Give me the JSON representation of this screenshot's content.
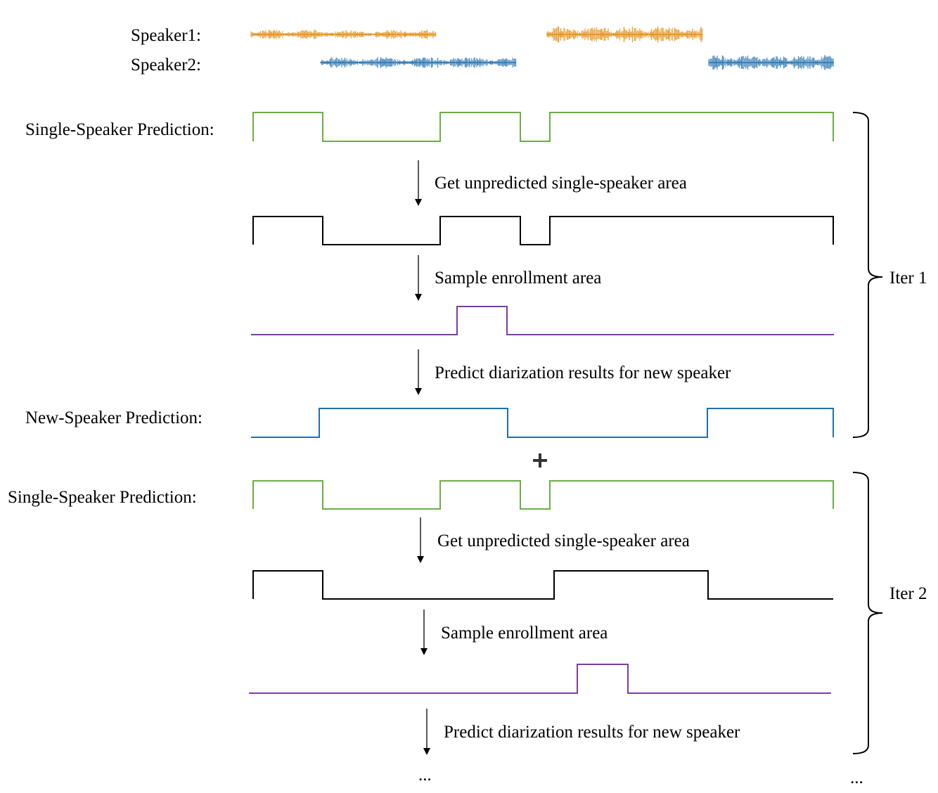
{
  "speakers": [
    "Speaker1:",
    "Speaker2:"
  ],
  "row_labels": {
    "single_1": "Single-Speaker Prediction:",
    "new_1": "New-Speaker Prediction:",
    "single_2": "Single-Speaker Prediction:"
  },
  "steps": {
    "get_1": "Get unpredicted single-speaker area",
    "sample_1": "Sample enrollment area",
    "predict_1": "Predict diarization results for new speaker",
    "get_2": "Get unpredicted single-speaker area",
    "sample_2": "Sample enrollment area",
    "predict_2": "Predict diarization results for new speaker"
  },
  "iterations": [
    "Iter 1",
    "Iter 2"
  ],
  "ellipsis": [
    "...",
    "..."
  ],
  "colors": {
    "speaker1": "#E38A0B",
    "speaker2": "#1F6FAE",
    "single_speaker": "#6AAE45",
    "unpredicted": "#000000",
    "enrollment": "#7B3E9E",
    "new_speaker": "#1F6FAE"
  },
  "plus_icon": "plus-icon"
}
